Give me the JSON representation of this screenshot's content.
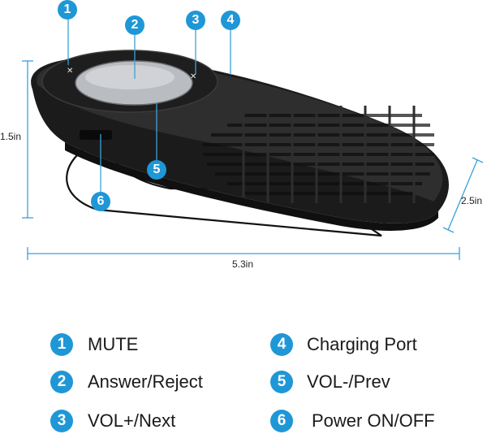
{
  "accent_color": "#1f97d6",
  "dimension_color": "#3aa0d8",
  "callouts": [
    {
      "number": "1"
    },
    {
      "number": "2"
    },
    {
      "number": "3"
    },
    {
      "number": "4"
    },
    {
      "number": "5"
    },
    {
      "number": "6"
    }
  ],
  "dimensions": {
    "height": "1.5in",
    "width": "5.3in",
    "depth": "2.5in"
  },
  "legend": [
    {
      "number": "1",
      "label": "MUTE"
    },
    {
      "number": "2",
      "label": "Answer/Reject"
    },
    {
      "number": "3",
      "label": "VOL+/Next"
    },
    {
      "number": "4",
      "label": "Charging Port"
    },
    {
      "number": "5",
      "label": "VOL-/Prev"
    },
    {
      "number": "6",
      "label": "Power ON/OFF"
    }
  ]
}
